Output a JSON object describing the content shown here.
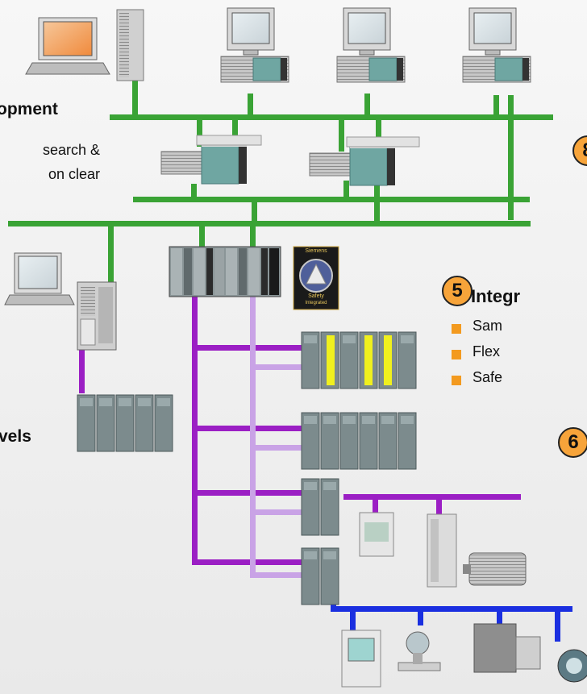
{
  "labels": {
    "development_heading": "opment",
    "development_line1": "search &",
    "development_line2": "on clear",
    "levels_heading": "vels",
    "integration_heading": "Integr",
    "bullet_1": "Sam",
    "bullet_2": "Flex",
    "bullet_3": "Safe"
  },
  "badges": {
    "badge_8": "8",
    "badge_5": "5",
    "badge_6": "6"
  },
  "safety_logo": {
    "line1": "Siemens",
    "line2": "Safety",
    "line3": "Integrated"
  },
  "colors": {
    "ethernet": "#3aa335",
    "profibus": "#9b1fc4",
    "profisafe": "#c9a3e6",
    "fieldbus": "#1a2fe0",
    "badge": "#f7a43a",
    "bullet": "#f39a1f"
  }
}
